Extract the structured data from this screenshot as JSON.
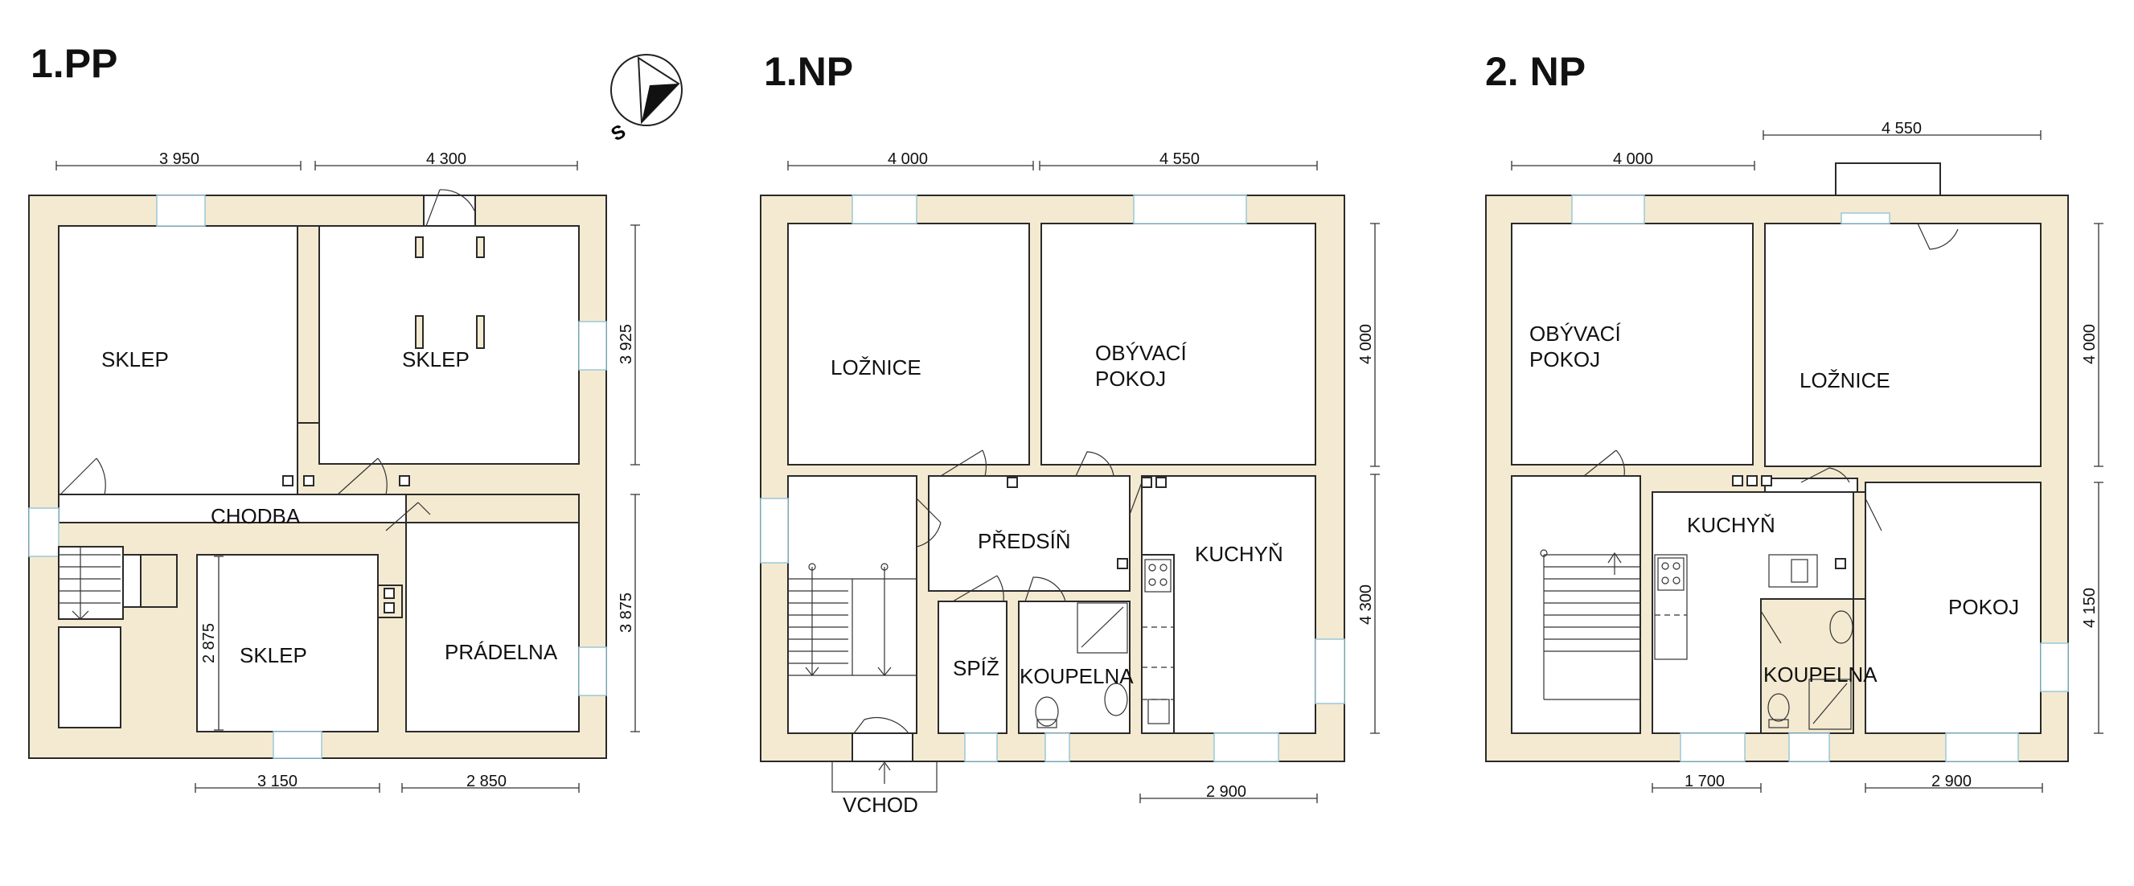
{
  "floors": [
    {
      "title": "1.PP",
      "rooms": [
        "SKLEP",
        "SKLEP",
        "CHODBA",
        "SKLEP",
        "PRÁDELNA"
      ],
      "dims": [
        "3 950",
        "4 300",
        "3 925",
        "3 875",
        "2 875",
        "3 150",
        "2 850"
      ]
    },
    {
      "title": "1.NP",
      "rooms": [
        "LOŽNICE",
        "OBÝVACÍ",
        "POKOJ",
        "PŘEDSÍŇ",
        "KUCHYŇ",
        "SPÍŽ",
        "KOUPELNA",
        "VCHOD"
      ],
      "dims": [
        "4 000",
        "4 550",
        "4 000",
        "4 300",
        "2 900"
      ]
    },
    {
      "title": "2. NP",
      "rooms": [
        "OBÝVACÍ",
        "POKOJ",
        "LOŽNICE",
        "KUCHYŇ",
        "POKOJ",
        "KOUPELNA"
      ],
      "dims": [
        "4 000",
        "4 550",
        "4 000",
        "4 150",
        "1 700",
        "2 900"
      ]
    }
  ],
  "compass": {
    "label": "S",
    "icon": "compass-icon"
  }
}
